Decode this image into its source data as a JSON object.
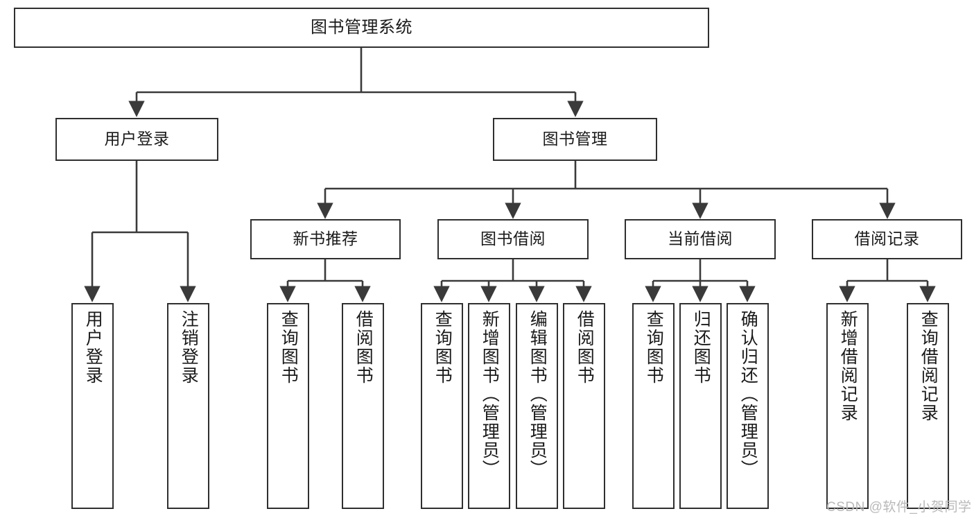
{
  "diagram": {
    "type": "tree",
    "title": "图书管理系统",
    "orientation": "top-down",
    "colors": {
      "box_border": "#2f2f2f",
      "box_fill": "#ffffff",
      "edge": "#3a3a3a",
      "text": "#1a1a1a",
      "watermark": "#b9b9b9",
      "background": "#ffffff"
    },
    "root": {
      "label": "图书管理系统"
    },
    "level2": [
      {
        "label": "用户登录"
      },
      {
        "label": "图书管理"
      }
    ],
    "level3": [
      {
        "label": "新书推荐"
      },
      {
        "label": "图书借阅"
      },
      {
        "label": "当前借阅"
      },
      {
        "label": "借阅记录"
      }
    ],
    "leaves": {
      "user_login": [
        {
          "label": "用户登录"
        },
        {
          "label": "注销登录"
        }
      ],
      "new_book_recommend": [
        {
          "label": "查询图书"
        },
        {
          "label": "借阅图书"
        }
      ],
      "book_borrow": [
        {
          "label": "查询图书"
        },
        {
          "label": "新增图书（管理员）"
        },
        {
          "label": "编辑图书（管理员）"
        },
        {
          "label": "借阅图书"
        }
      ],
      "current_borrow": [
        {
          "label": "查询图书"
        },
        {
          "label": "归还图书"
        },
        {
          "label": "确认归还（管理员）"
        }
      ],
      "borrow_record": [
        {
          "label": "新增借阅记录"
        },
        {
          "label": "查询借阅记录"
        }
      ]
    }
  },
  "watermark": {
    "text": "CSDN @软件_小贺同学"
  }
}
